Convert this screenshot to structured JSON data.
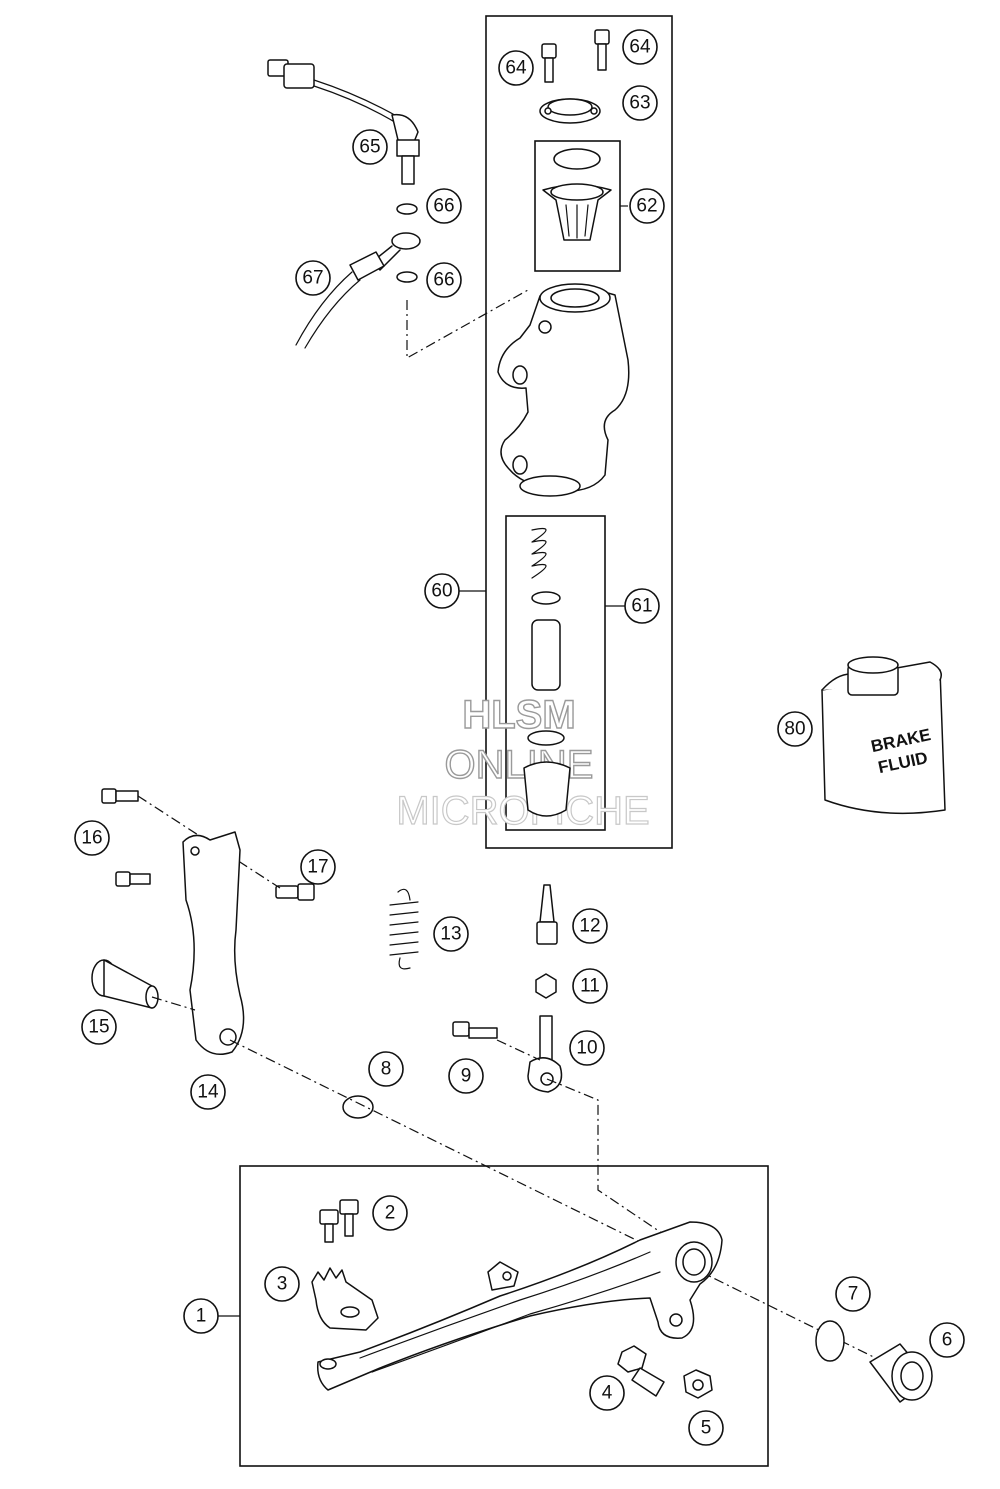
{
  "watermark": {
    "line1": "HLSM",
    "line2": "ONLINE",
    "line3": "MICROFICHE"
  },
  "bottle": {
    "line1": "BRAKE",
    "line2": "FLUID"
  },
  "callouts": {
    "c1": "1",
    "c2": "2",
    "c3": "3",
    "c4": "4",
    "c5": "5",
    "c6": "6",
    "c7": "7",
    "c8": "8",
    "c9": "9",
    "c10": "10",
    "c11": "11",
    "c12": "12",
    "c13": "13",
    "c14": "14",
    "c15": "15",
    "c16": "16",
    "c17": "17",
    "c60": "60",
    "c61": "61",
    "c62": "62",
    "c63": "63",
    "c64a": "64",
    "c64b": "64",
    "c65": "65",
    "c66a": "66",
    "c66b": "66",
    "c67": "67",
    "c80": "80"
  }
}
